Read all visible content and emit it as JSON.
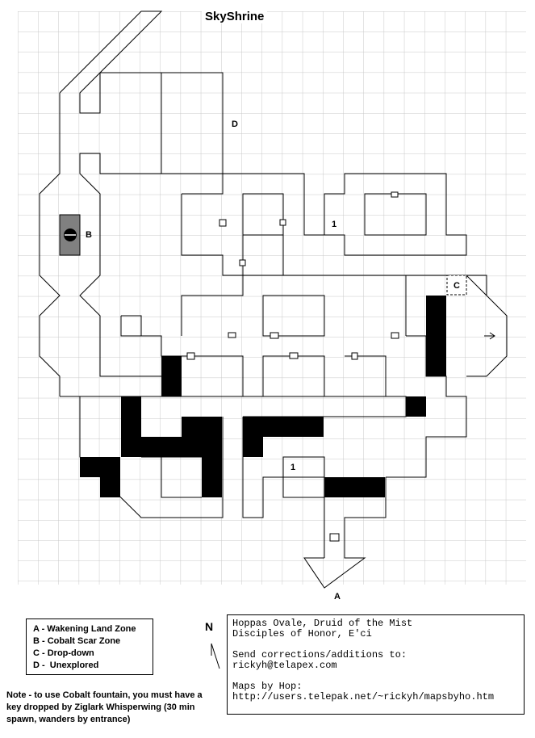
{
  "map": {
    "title": "SkyShrine",
    "labels": {
      "a": "A",
      "b": "B",
      "c": "C",
      "d": "D",
      "one": "1"
    },
    "north": "N"
  },
  "legend": {
    "items": [
      "A - Wakening Land Zone",
      "B - Cobalt Scar Zone",
      "C - Drop-down",
      "D -  Unexplored"
    ]
  },
  "note": "Note - to use Cobalt fountain, you must have a key dropped by Ziglark Whisperwing (30 min spawn, wanders by entrance)",
  "credits": {
    "line1": "Hoppas Ovale, Druid of the Mist",
    "line2": "Disciples of Honor, E'ci",
    "line3": "Send corrections/additions to:",
    "line4": "rickyh@telapex.com",
    "line5": "Maps by Hop:",
    "line6": "http://users.telepak.net/~rickyh/mapsbyho.htm"
  },
  "colors": {
    "grid": "#c8c8c8",
    "wall": "#000000",
    "fountain": "#808080"
  }
}
